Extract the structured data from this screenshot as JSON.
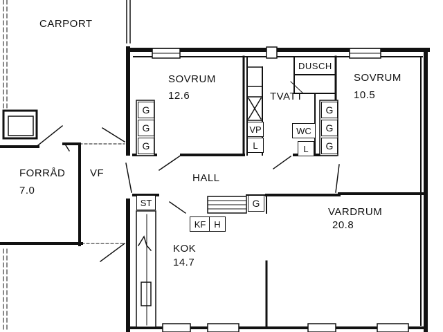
{
  "rooms": {
    "carport": "CARPORT",
    "bedroom1_name": "SOVRUM",
    "bedroom1_area": "12.6",
    "bedroom2_name": "SOVRUM",
    "bedroom2_area": "10.5",
    "shower": "DUSCH",
    "laundry": "TVATT",
    "storage_name": "FORRÅD",
    "storage_area": "7.0",
    "vf": "VF",
    "hall": "HALL",
    "living_name": "VARDRUM",
    "living_area": "20.8",
    "kitchen_name": "KOK",
    "kitchen_area": "14.7"
  },
  "fixtures": {
    "g": "G",
    "vp": "VP",
    "l": "L",
    "wc": "WC",
    "st": "ST",
    "kf": "KF",
    "h": "H"
  }
}
